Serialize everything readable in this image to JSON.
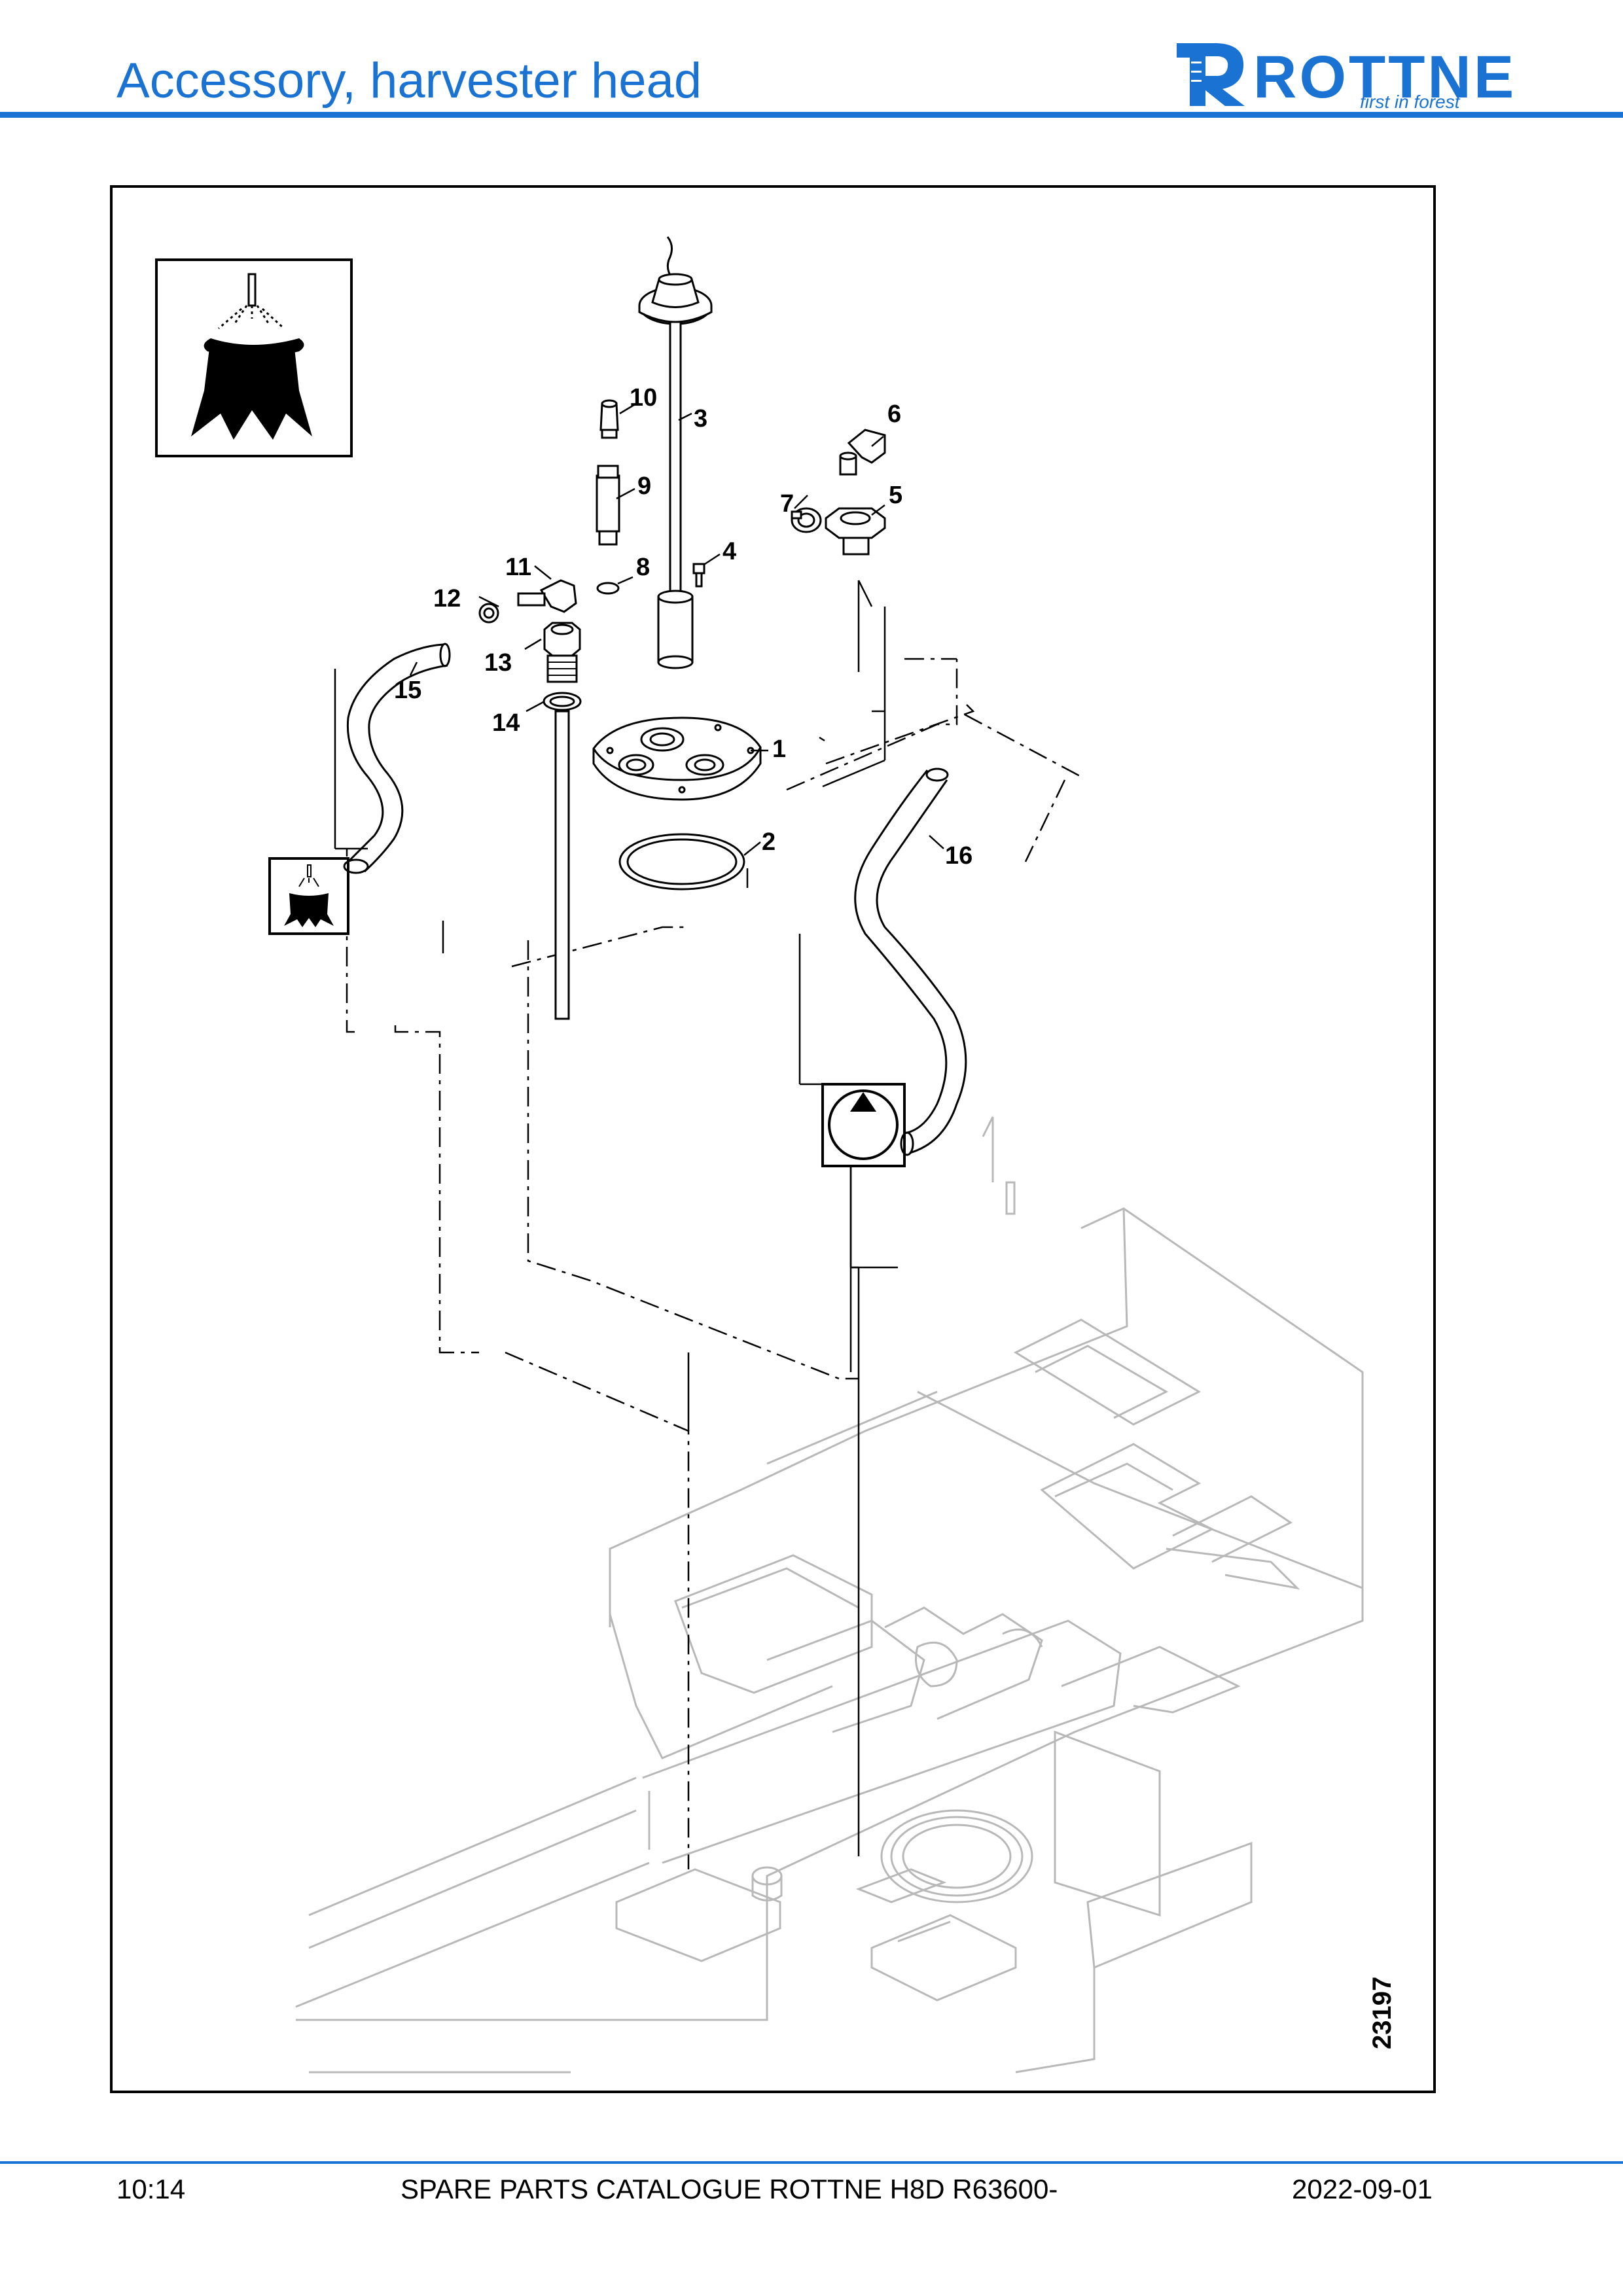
{
  "header": {
    "title": "Accessory, harvester head",
    "logo_text": "ROTTNE",
    "logo_tagline": "first in forest"
  },
  "colors": {
    "brand_blue": "#1a73d2",
    "line": "#000000",
    "frame_gray": "#b8b8b8"
  },
  "figure": {
    "drawing_number": "23197",
    "callouts": [
      "1",
      "2",
      "3",
      "4",
      "5",
      "6",
      "7",
      "8",
      "9",
      "10",
      "11",
      "12",
      "13",
      "14",
      "15",
      "16"
    ],
    "icons": [
      "stump-spray-icon",
      "stump-spray-icon",
      "tank-level-icon"
    ]
  },
  "footer": {
    "page": "10:14",
    "catalogue": "SPARE PARTS CATALOGUE ROTTNE H8D R63600-",
    "date": "2022-09-01"
  }
}
